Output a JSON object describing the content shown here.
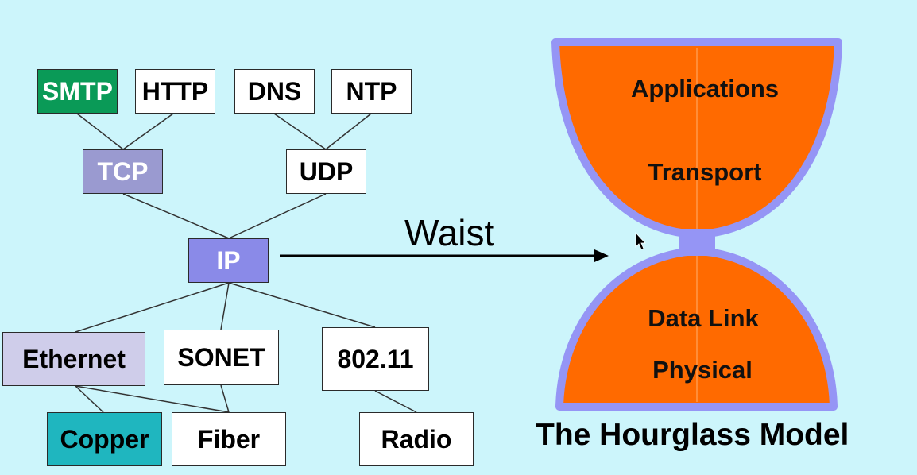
{
  "protocols": {
    "smtp": "SMTP",
    "http": "HTTP",
    "dns": "DNS",
    "ntp": "NTP",
    "tcp": "TCP",
    "udp": "UDP",
    "ip": "IP",
    "ethernet": "Ethernet",
    "sonet": "SONET",
    "wifi": "802.11",
    "copper": "Copper",
    "fiber": "Fiber",
    "radio": "Radio"
  },
  "arrow_label": "Waist",
  "hourglass": {
    "layers": [
      "Applications",
      "Transport",
      "Data Link",
      "Physical"
    ],
    "caption": "The Hourglass Model"
  },
  "colors": {
    "background": "#ccf5fb",
    "hourglass_fill": "#ff6a00",
    "hourglass_border": "#9595f5",
    "smtp": "#0a9a57",
    "tcp": "#9a9ad0",
    "ip": "#8a8ae8",
    "ethernet": "#cfcdea",
    "copper": "#1fb6bf"
  }
}
